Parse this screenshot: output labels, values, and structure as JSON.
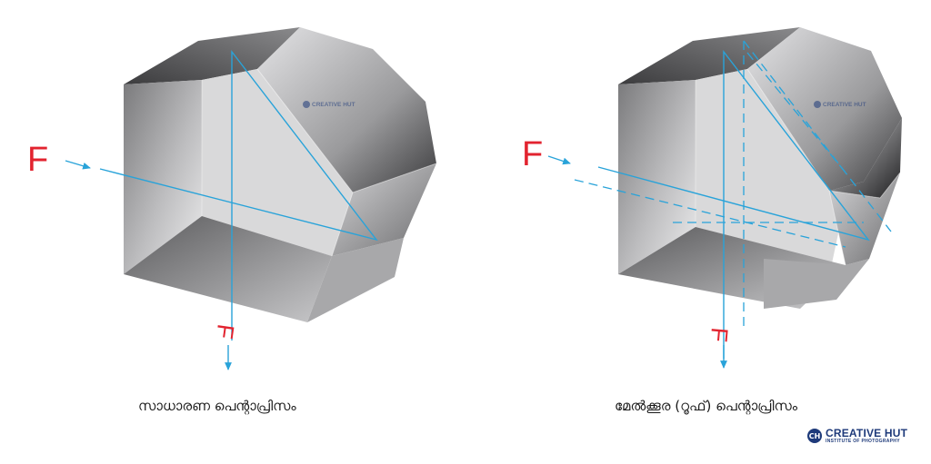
{
  "diagrams": {
    "left": {
      "caption": "സാധാരണ പെന്റാപ്രിസം",
      "input_label": "F"
    },
    "right": {
      "caption": "മേൽക്കൂര (റൂഫ്) പെന്റാപ്രിസം",
      "input_label": "F"
    }
  },
  "watermark": {
    "name": "CREATIVE HUT",
    "subtitle": "INSTITUTE OF PHOTOGRAPHY"
  },
  "brand": {
    "name": "CREATIVE HUT",
    "subtitle": "INSTITUTE OF PHOTOGRAPHY",
    "mark": "CH"
  },
  "colors": {
    "ray": "#29a3d9",
    "label": "#e2232f",
    "brand": "#1e3a7a"
  }
}
